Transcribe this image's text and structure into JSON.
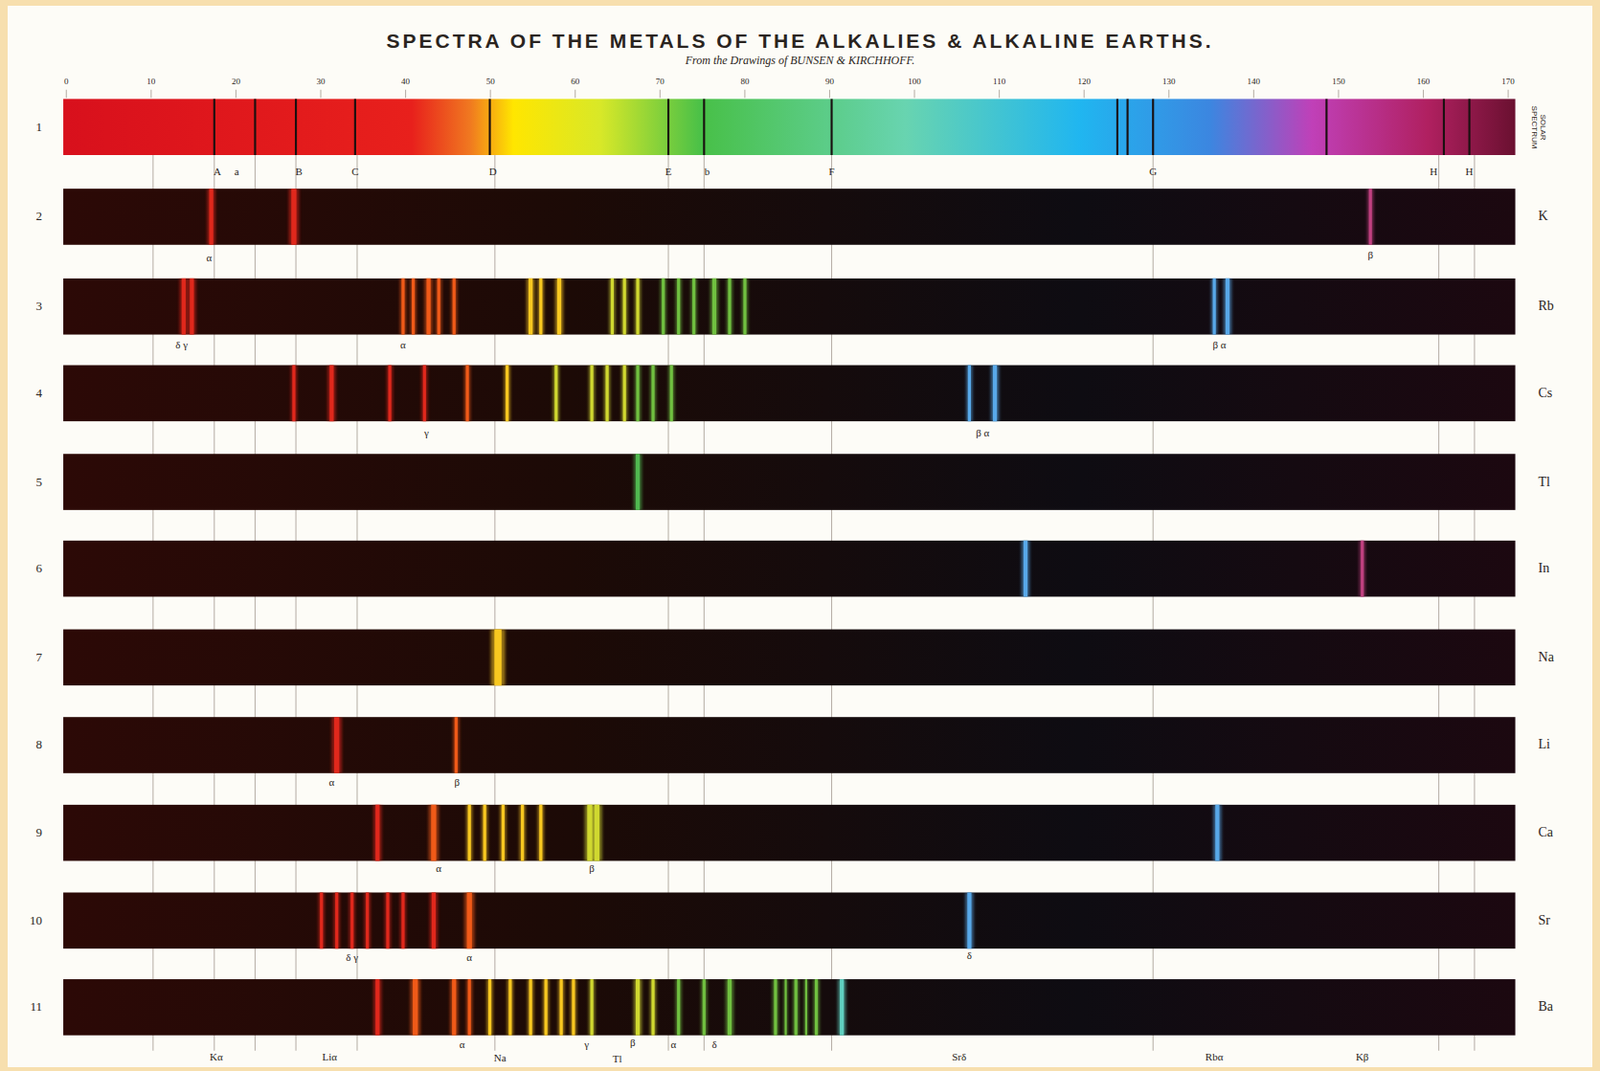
{
  "diagram": {
    "title": "SPECTRA OF THE METALS OF THE ALKALIES & ALKALINE EARTHS.",
    "caption": "From the Drawings of BUNSEN & KIRCHHOFF.",
    "nodes": [
      {
        "text": [
          "1",
          "SOLAR SPECTRUM"
        ]
      },
      {
        "text": [
          "2",
          "K"
        ]
      },
      {
        "text": [
          "3",
          "Rb"
        ]
      },
      {
        "text": [
          "4",
          "Cs"
        ]
      },
      {
        "text": [
          "5",
          "Tl"
        ]
      },
      {
        "text": [
          "6",
          "In"
        ]
      },
      {
        "text": [
          "7",
          "Na"
        ]
      },
      {
        "text": [
          "8",
          "Li"
        ]
      },
      {
        "text": [
          "9",
          "Ca"
        ]
      },
      {
        "text": [
          "10",
          "Sr"
        ]
      },
      {
        "text": [
          "11",
          "Ba"
        ]
      }
    ],
    "labels": [
      "0",
      "10",
      "20",
      "30",
      "40",
      "50",
      "60",
      "70",
      "80",
      "90",
      "100",
      "110",
      "120",
      "130",
      "140",
      "150",
      "160",
      "170",
      "A",
      "a",
      "B",
      "C",
      "D",
      "E",
      "b",
      "F",
      "G",
      "H",
      "H",
      "α",
      "β",
      "δ γ",
      "α",
      "β α",
      "γ",
      "β α",
      "α",
      "β",
      "α",
      "β",
      "δ γ",
      "α",
      "δ",
      "Kα",
      "Liα",
      "α",
      "Na",
      "γ",
      "β",
      "Tl",
      "α",
      "δ",
      "Srδ",
      "Rbα",
      "Kβ"
    ]
  }
}
